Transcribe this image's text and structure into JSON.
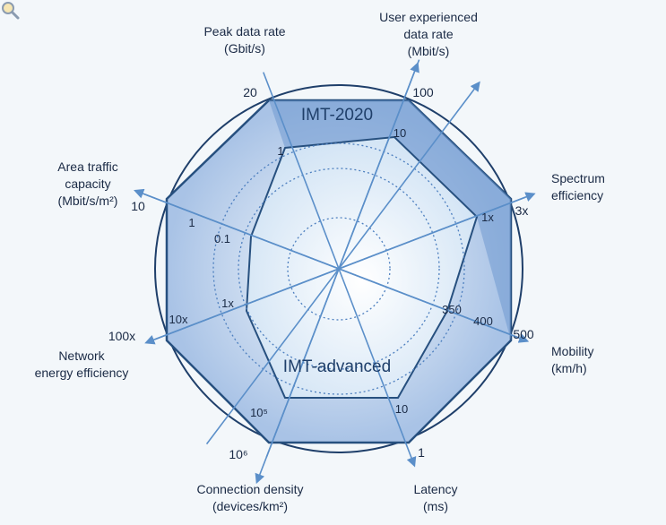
{
  "chart_data": {
    "type": "radar",
    "series": [
      {
        "name": "IMT-2020"
      },
      {
        "name": "IMT-advanced"
      }
    ],
    "axes": [
      {
        "key": "peak",
        "label_lines": [
          "Peak data rate",
          "(Gbit/s)"
        ],
        "outer_tick": "20",
        "inner_tick": "1"
      },
      {
        "key": "user_rate",
        "label_lines": [
          "User experienced",
          "data rate",
          "(Mbit/s)"
        ],
        "outer_tick": "100",
        "inner_tick": "10"
      },
      {
        "key": "spectrum",
        "label_lines": [
          "Spectrum",
          "efficiency"
        ],
        "outer_tick": "3x",
        "inner_tick": "1x"
      },
      {
        "key": "mobility",
        "label_lines": [
          "Mobility",
          "(km/h)"
        ],
        "outer_tick": "500",
        "mid_tick": "400",
        "inner_tick": "350"
      },
      {
        "key": "latency",
        "label_lines": [
          "Latency",
          "(ms)"
        ],
        "outer_tick": "1",
        "inner_tick": "10"
      },
      {
        "key": "connection",
        "label_lines": [
          "Connection density",
          "(devices/km²)"
        ],
        "outer_tick": "10⁶",
        "inner_tick": "10⁵"
      },
      {
        "key": "energy",
        "label_lines": [
          "Network",
          "energy efficiency"
        ],
        "outer_tick": "100x",
        "inner_tick": "10x",
        "core_tick": "1x"
      },
      {
        "key": "area",
        "label_lines": [
          "Area traffic",
          "capacity",
          "(Mbit/s/m²)"
        ],
        "outer_tick": "10",
        "inner_tick": "1",
        "core_tick": "0.1"
      }
    ],
    "grid": true
  },
  "ui": {
    "zoom_icon": "magnifier-icon"
  }
}
